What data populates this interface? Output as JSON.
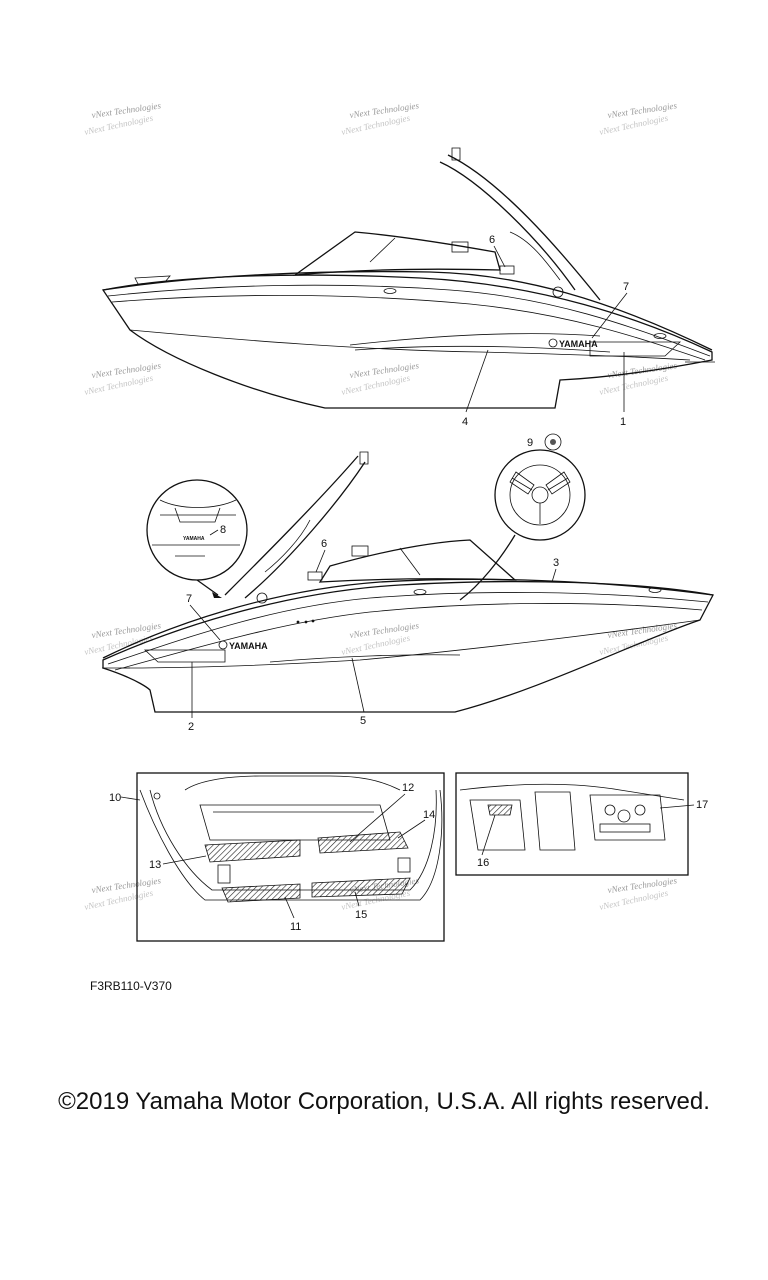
{
  "diagram": {
    "watermark": "vNext Technologies",
    "callouts": [
      "1",
      "2",
      "3",
      "4",
      "5",
      "6",
      "6",
      "7",
      "7",
      "8",
      "9",
      "10",
      "11",
      "12",
      "13",
      "14",
      "15",
      "16",
      "17"
    ],
    "decal_text": "YAMAHA",
    "code": "F3RB110-V370"
  },
  "footer": {
    "copyright": "©2019 Yamaha Motor Corporation, U.S.A. All rights reserved."
  }
}
